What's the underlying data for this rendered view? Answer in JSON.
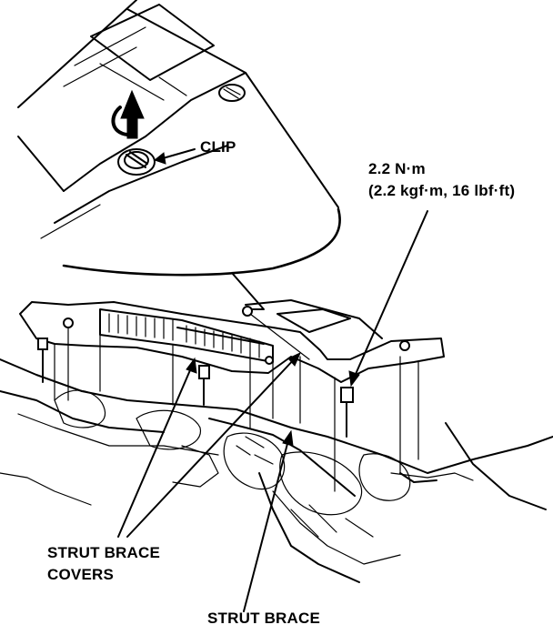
{
  "labels": {
    "clip": "CLIP",
    "torque_line1": "2.2 N·m",
    "torque_line2": "(2.2 kgf·m, 16 lbf·ft)",
    "covers_line1": "STRUT BRACE",
    "covers_line2": "COVERS",
    "brace": "STRUT BRACE"
  },
  "icons": [
    "removal-arrow-icon",
    "clip-icon",
    "bolt-icon"
  ]
}
